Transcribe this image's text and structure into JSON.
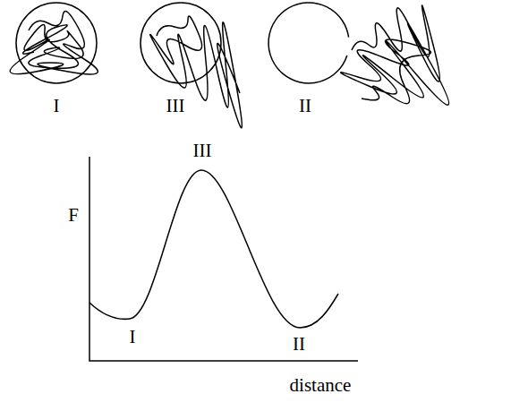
{
  "diagram": {
    "labels": [
      "I",
      "III",
      "II",
      "F",
      "III",
      "I",
      "II",
      "distance"
    ]
  }
}
